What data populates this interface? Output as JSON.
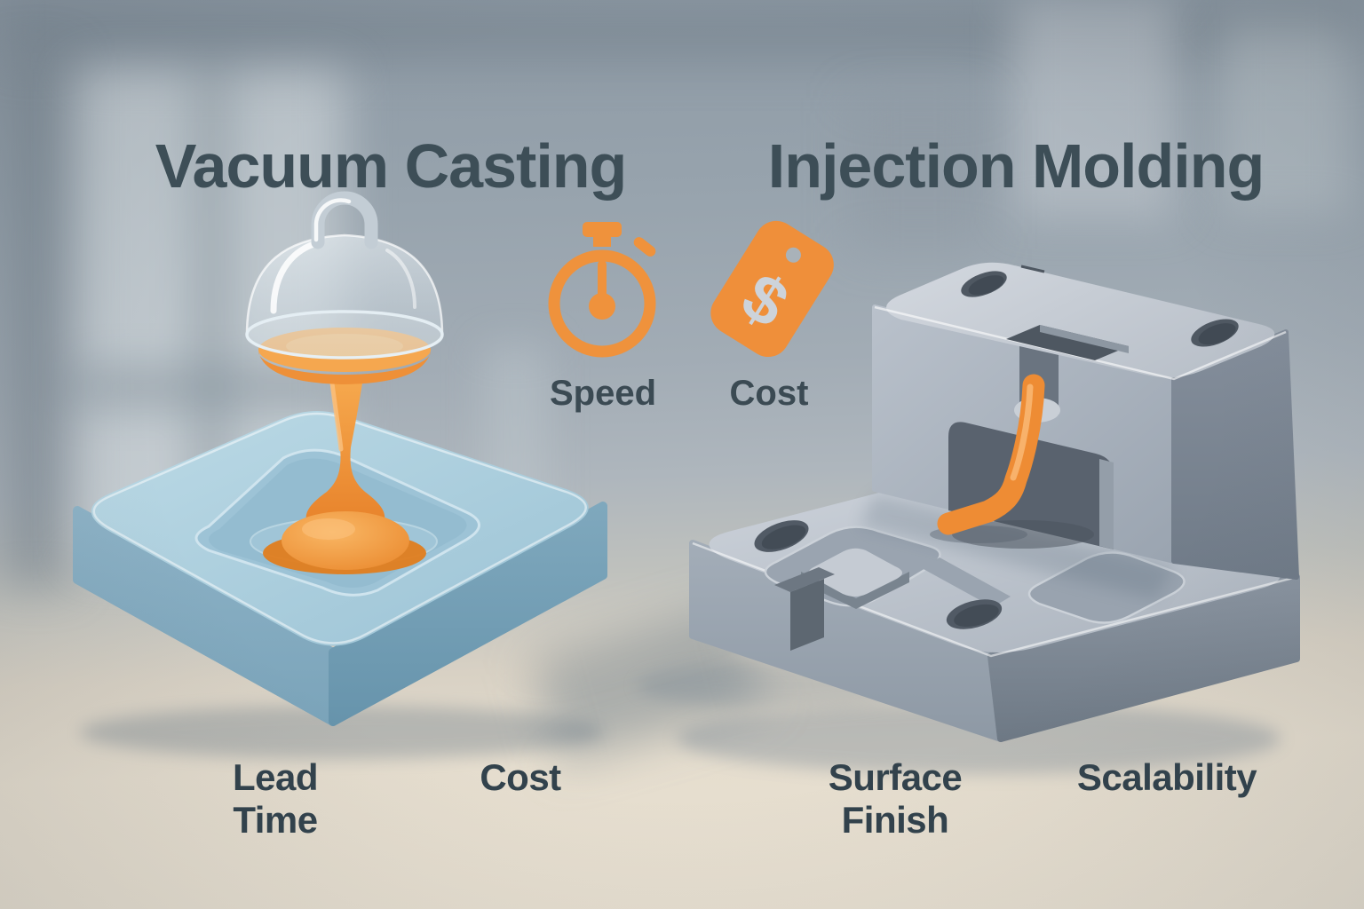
{
  "titles": {
    "left": "Vacuum Casting",
    "right": "Injection Molding"
  },
  "metrics": {
    "speed": {
      "icon": "stopwatch-icon",
      "label": "Speed"
    },
    "cost": {
      "icon": "price-tag-icon",
      "label": "Cost",
      "symbol": "$"
    }
  },
  "footer": {
    "lead_time": "Lead Time",
    "cost": "Cost",
    "surface_finish": "Surface Finish",
    "scalability": "Scalability"
  },
  "illustrations": {
    "left": "bell-jar-pouring-orange-resin-into-blue-silicone-mold",
    "right": "steel-injection-mold-block-with-orange-molded-part"
  },
  "colors": {
    "accent_orange": "#EF8F3A",
    "title_text": "#3D4E57",
    "label_text": "#32424C",
    "silicone_blue": "#A9CEDE",
    "steel_gray": "#AEB6C0",
    "glass": "#DDE7ED",
    "floor_beige": "#E5DDCE",
    "background_blue_gray": "#97A3AD",
    "dollar_glyph": "#CDD3DA"
  }
}
